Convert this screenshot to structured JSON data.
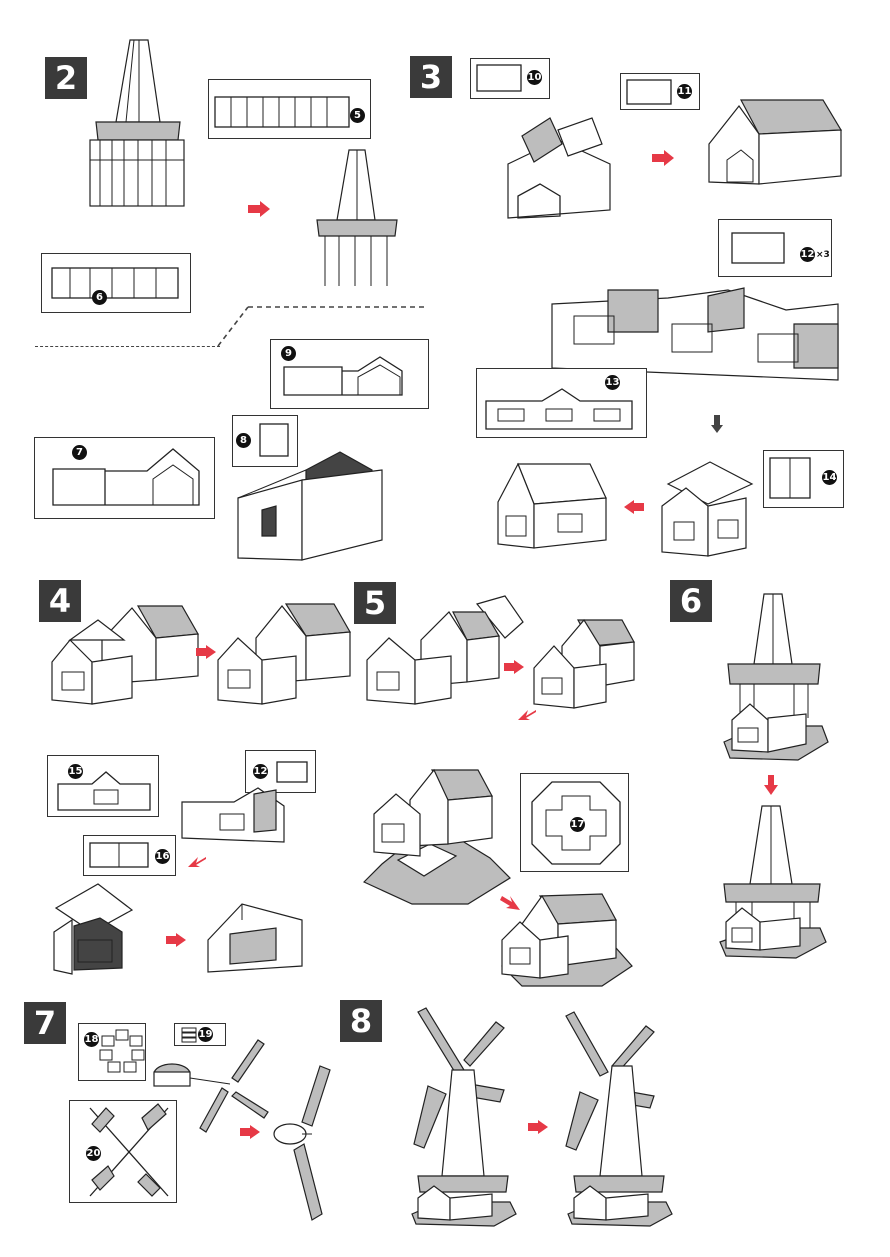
{
  "steps": [
    "2",
    "3",
    "4",
    "5",
    "6",
    "7",
    "8"
  ],
  "parts": [
    "5",
    "6",
    "7",
    "8",
    "9",
    "10",
    "11",
    "12",
    "13",
    "14",
    "15",
    "12",
    "16",
    "17",
    "18",
    "19",
    "20"
  ],
  "multiplier": "×3",
  "colors": {
    "arrow": "#e63946",
    "badge": "#3a3a3a",
    "shade": "#bdbdbd"
  }
}
